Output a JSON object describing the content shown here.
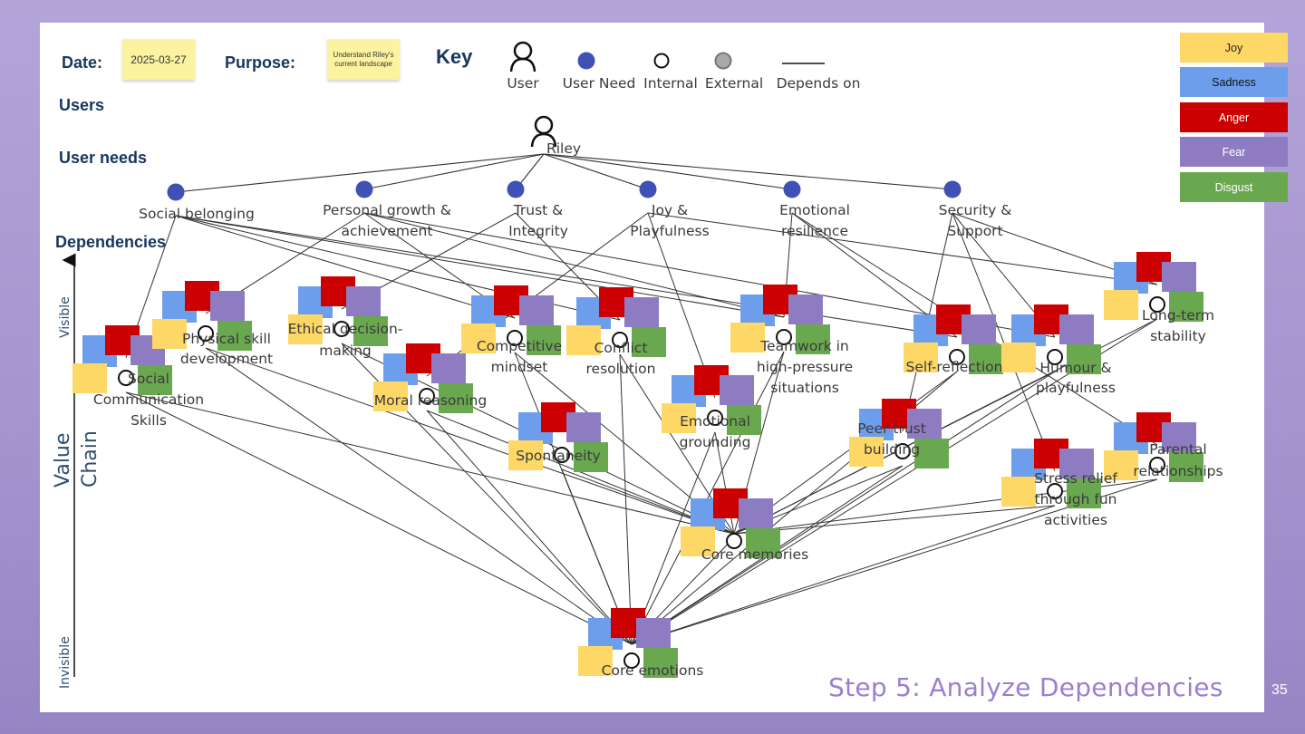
{
  "header": {
    "date_label": "Date:",
    "date_value": "2025-03-27",
    "purpose_label": "Purpose:",
    "purpose_value": "Understand Riley's current landscape"
  },
  "key": {
    "title": "Key",
    "user": "User",
    "user_need": "User Need",
    "internal": "Internal",
    "external": "External",
    "depends_on": "Depends on"
  },
  "rows": {
    "users": "Users",
    "user_needs": "User needs",
    "dependencies": "Dependencies"
  },
  "axis": {
    "visible": "Visible",
    "value": "Value",
    "chain": "Chain",
    "invisible": "Invisible"
  },
  "legend": [
    {
      "label": "Joy",
      "color": "#fdd866"
    },
    {
      "label": "Sadness",
      "color": "#6d9eeb"
    },
    {
      "label": "Anger",
      "color": "#cc0000"
    },
    {
      "label": "Fear",
      "color": "#8e7cc3"
    },
    {
      "label": "Disgust",
      "color": "#6aa84f"
    }
  ],
  "user": "Riley",
  "needs": [
    "Social belonging",
    "Personal growth & achievement",
    "Trust & Integrity",
    "Joy & Playfulness",
    "Emotional resilience",
    "Security & Support"
  ],
  "components": [
    "Social Communication Skills",
    "Physical skill development",
    "Ethical decision-making",
    "Moral reasoning",
    "Competitive mindset",
    "Conflict resolution",
    "Spontaneity",
    "Emotional grounding",
    "Teamwork in high-pressure situations",
    "Peer trust building",
    "Self-reflection",
    "Humour & playfulness",
    "Long-term stability",
    "Parental relationships",
    "Stress relief through fun activities",
    "Core memories",
    "Core emotions"
  ],
  "footer": {
    "title": "Step 5: Analyze Dependencies",
    "page": "35"
  }
}
